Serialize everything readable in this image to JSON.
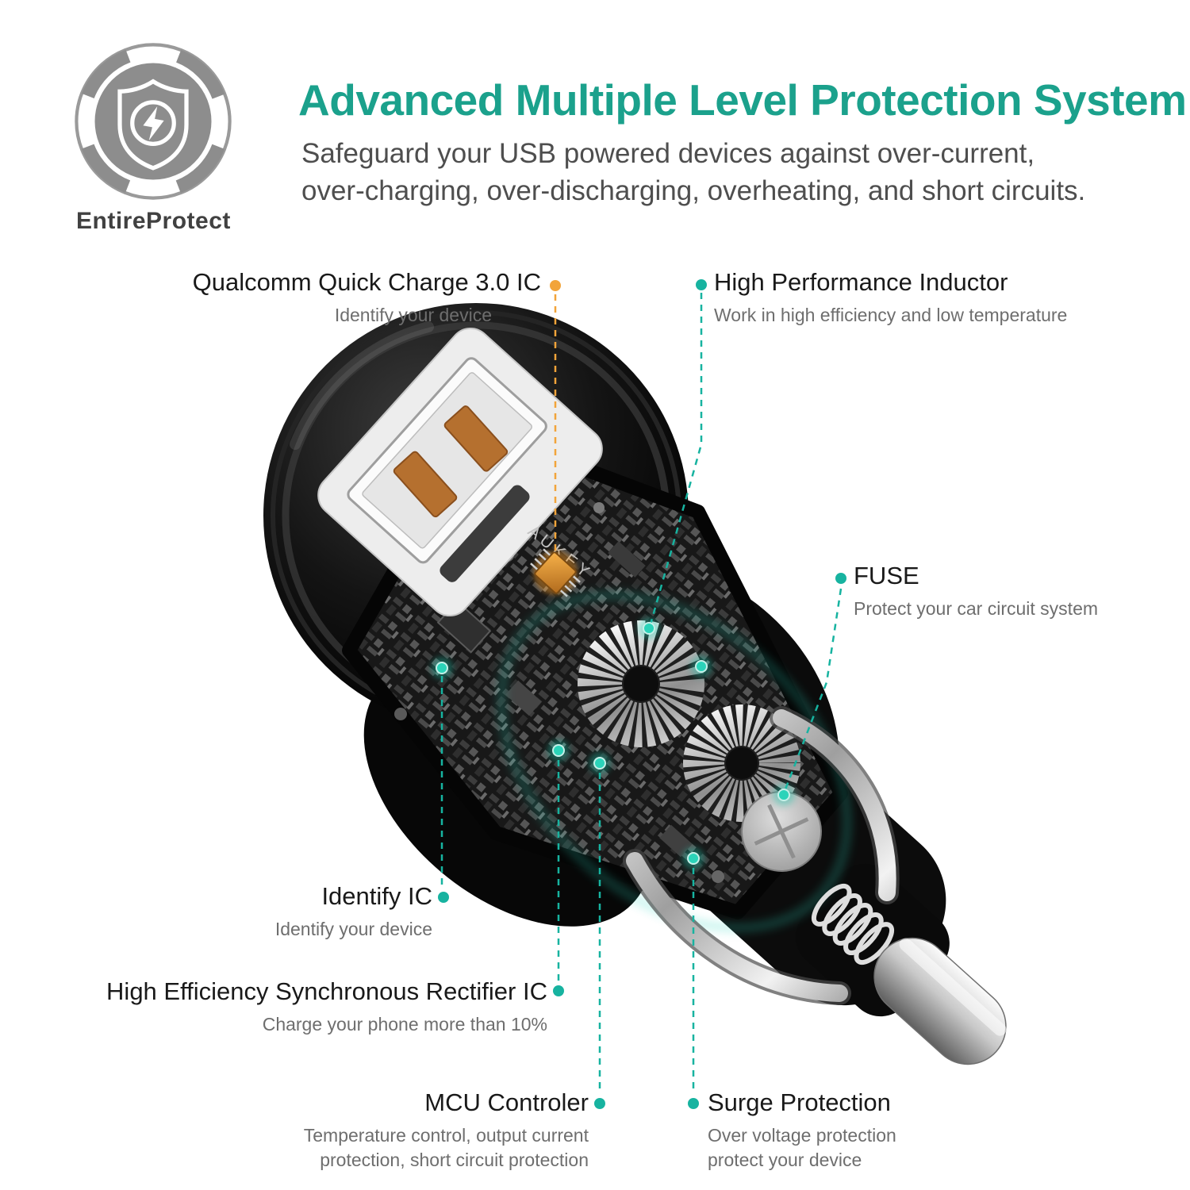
{
  "badge": {
    "label": "EntireProtect",
    "icon": "shield-lightning"
  },
  "header": {
    "title": "Advanced Multiple Level Protection System",
    "subtitle1": "Safeguard your USB powered devices against over-current,",
    "subtitle2": "over-charging, over-discharging, overheating, and short circuits.",
    "title_color": "#1ba18c"
  },
  "product": {
    "brand": "AUKEY",
    "type": "car-charger-cutaway"
  },
  "colors": {
    "accent_teal": "#17b3a0",
    "accent_orange": "#f2a43a"
  },
  "callouts": {
    "qc": {
      "title": "Qualcomm Quick Charge 3.0 IC",
      "desc": "Identify your device"
    },
    "inductor": {
      "title": "High Performance Inductor",
      "desc": "Work in high efficiency and low temperature"
    },
    "fuse": {
      "title": "FUSE",
      "desc": "Protect your car circuit system"
    },
    "identify": {
      "title": "Identify IC",
      "desc": "Identify your device"
    },
    "rectifier": {
      "title": "High Efficiency Synchronous Rectifier IC",
      "desc": "Charge your phone more than 10%"
    },
    "mcu": {
      "title": "MCU Controler",
      "desc1": "Temperature control, output current",
      "desc2": "protection,  short circuit protection"
    },
    "surge": {
      "title": "Surge Protection",
      "desc1": "Over voltage protection",
      "desc2": "protect your device"
    }
  }
}
